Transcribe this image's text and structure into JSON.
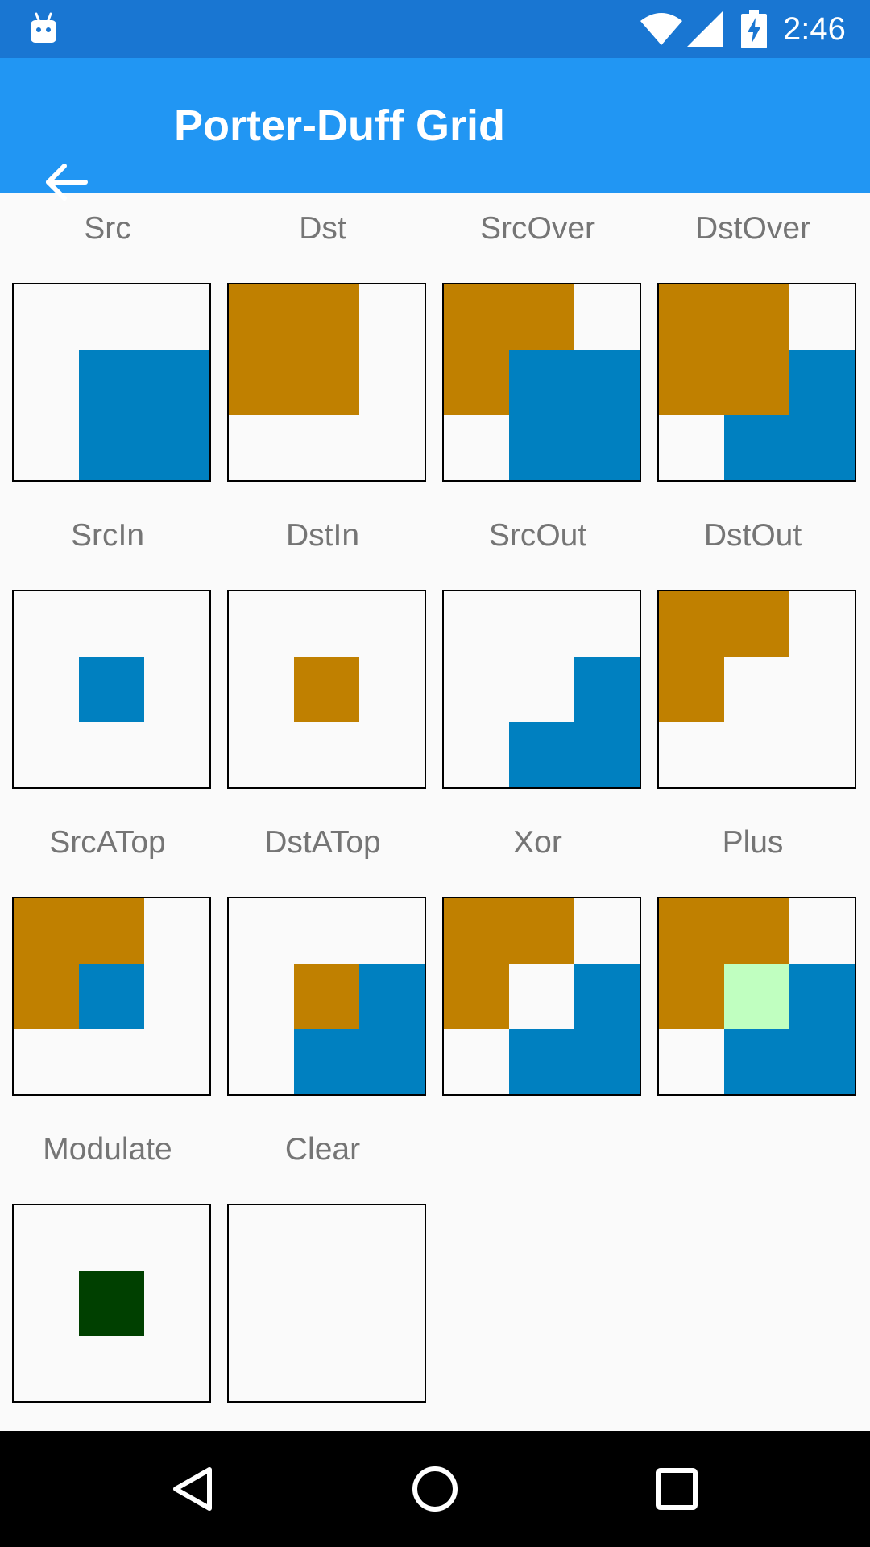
{
  "status_bar": {
    "time": "2:46",
    "bg_color": "#1976d2",
    "icons": [
      "android-debug-icon",
      "wifi-icon",
      "signal-icon",
      "battery-charging-icon"
    ]
  },
  "app_bar": {
    "title": "Porter-Duff Grid",
    "back_icon": "arrow-back-icon",
    "bg_color": "#2196f3"
  },
  "colors": {
    "dst": "#c08000",
    "src": "#0080c0",
    "plus_overlap": "#c0ffc0",
    "modulate": "#004000",
    "label": "#757575"
  },
  "modes": [
    {
      "id": "src",
      "label": "Src"
    },
    {
      "id": "dst",
      "label": "Dst"
    },
    {
      "id": "src-over",
      "label": "SrcOver"
    },
    {
      "id": "dst-over",
      "label": "DstOver"
    },
    {
      "id": "src-in",
      "label": "SrcIn"
    },
    {
      "id": "dst-in",
      "label": "DstIn"
    },
    {
      "id": "src-out",
      "label": "SrcOut"
    },
    {
      "id": "dst-out",
      "label": "DstOut"
    },
    {
      "id": "src-atop",
      "label": "SrcATop"
    },
    {
      "id": "dst-atop",
      "label": "DstATop"
    },
    {
      "id": "xor",
      "label": "Xor"
    },
    {
      "id": "plus",
      "label": "Plus"
    },
    {
      "id": "modulate",
      "label": "Modulate"
    },
    {
      "id": "clear",
      "label": "Clear"
    }
  ],
  "nav_bar": {
    "buttons": [
      "back-triangle-icon",
      "home-circle-icon",
      "recents-square-icon"
    ]
  }
}
